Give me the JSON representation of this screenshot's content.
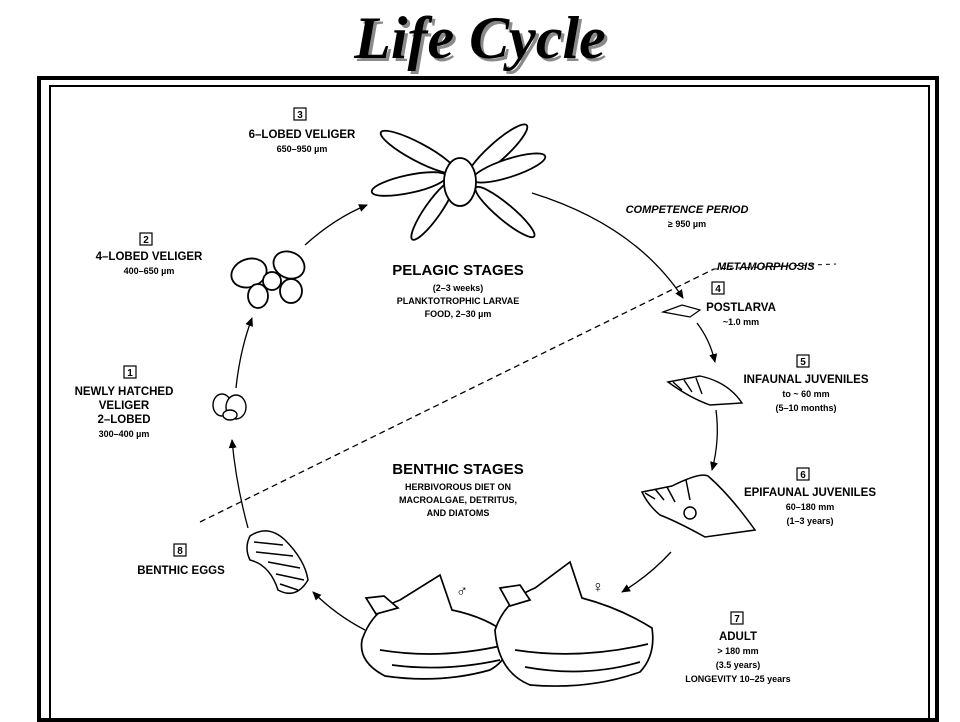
{
  "title": "Life Cycle",
  "stages": [
    {
      "num": "1",
      "lines": [
        "NEWLY HATCHED",
        "VELIGER",
        "2–LOBED",
        "300–400 µm"
      ]
    },
    {
      "num": "2",
      "lines": [
        "4–LOBED VELIGER",
        "400–650 µm"
      ]
    },
    {
      "num": "3",
      "lines": [
        "6–LOBED VELIGER",
        "650–950 µm"
      ]
    },
    {
      "num": "4",
      "lines": [
        "POSTLARVA",
        "~1.0 mm"
      ]
    },
    {
      "num": "5",
      "lines": [
        "INFAUNAL JUVENILES",
        "to ~ 60 mm",
        "(5–10 months)"
      ]
    },
    {
      "num": "6",
      "lines": [
        "EPIFAUNAL JUVENILES",
        "60–180 mm",
        "(1–3 years)"
      ]
    },
    {
      "num": "7",
      "lines": [
        "ADULT",
        "> 180 mm",
        "(3.5 years)",
        "LONGEVITY 10–25 years"
      ]
    },
    {
      "num": "8",
      "lines": [
        "BENTHIC EGGS"
      ]
    }
  ],
  "pelagic": {
    "heading": "PELAGIC STAGES",
    "lines": [
      "(2–3 weeks)",
      "PLANKTOTROPHIC LARVAE",
      "FOOD, 2–30 µm"
    ]
  },
  "benthic": {
    "heading": "BENTHIC STAGES",
    "lines": [
      "HERBIVOROUS DIET ON",
      "MACROALGAE, DETRITUS,",
      "AND DIATOMS"
    ]
  },
  "competence": {
    "label": "COMPETENCE PERIOD",
    "value": "≥ 950 µm"
  },
  "metamorphosis": "METAMORPHOSIS",
  "male_symbol": "♂",
  "female_symbol": "♀"
}
